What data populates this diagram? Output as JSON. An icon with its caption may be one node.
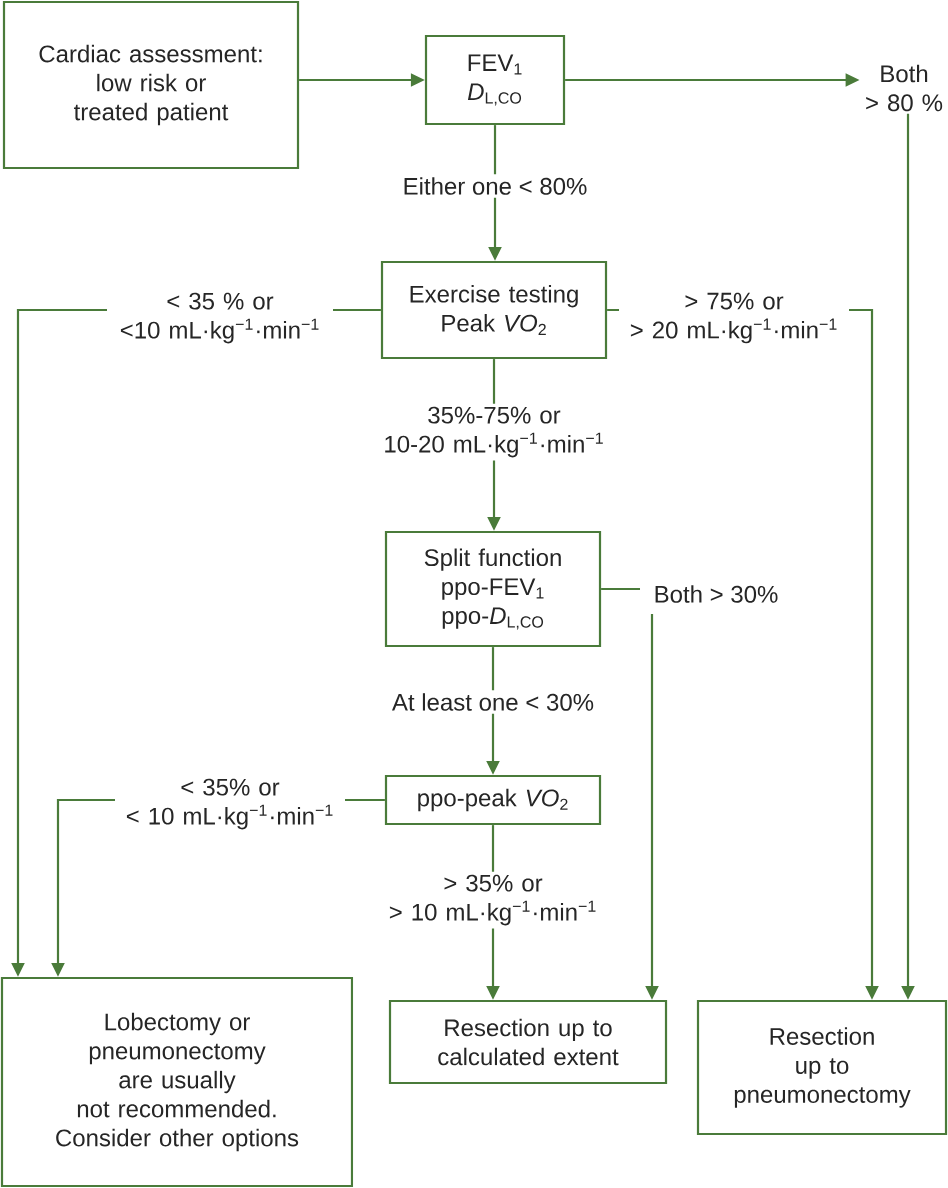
{
  "diagram": {
    "nodes": [
      {
        "text": [
          "Cardiac assessment: low risk or treated patient"
        ]
      },
      {
        "text": [
          "FEV$_{1}$",
          "*D*$_{L,CO}$"
        ]
      },
      {
        "text": [
          "Both > 80 %"
        ]
      },
      {
        "text": [
          "Exercise testing",
          "Peak *VO*$_{2}$"
        ]
      },
      {
        "text": [
          "Split function",
          "ppo-FEV$_{1}$",
          "ppo-*D*$_{L,CO}$"
        ]
      },
      {
        "text": [
          "ppo-peak *VO*$_{2}$"
        ]
      },
      {
        "text": [
          "Lobectomy or pneumonectomy are usually not recommended. Consider other options"
        ]
      },
      {
        "text": [
          "Resection up to calculated extent"
        ]
      },
      {
        "text": [
          "Resection up to pneumonectomy"
        ]
      }
    ],
    "edges": [
      {
        "from": 0,
        "to": 1,
        "arrow": "to"
      },
      {
        "from": 1,
        "to": 2,
        "arrow": "to"
      },
      {
        "from": 2,
        "to": 8,
        "arrow": "to"
      },
      {
        "from": 1,
        "to": 3,
        "arrow": "to",
        "label": "Either one < 80%"
      },
      {
        "from": 3,
        "to": 6,
        "arrow": "to",
        "label": "< 35 % or <10 mL·kg$^{−1}$·min$^{−1}$"
      },
      {
        "from": 3,
        "to": 8,
        "arrow": "to",
        "label": "> 75% or > 20 mL·kg$^{−1}$·min$^{−1}$"
      },
      {
        "from": 3,
        "to": 4,
        "arrow": "to",
        "label": "35%-75% or 10-20 mL·kg$^{−1}$·min$^{−1}$"
      },
      {
        "from": 4,
        "to": 7,
        "arrow": "to",
        "label": "Both > 30%"
      },
      {
        "from": 4,
        "to": 5,
        "arrow": "to",
        "label": "At least one < 30%"
      },
      {
        "from": 5,
        "to": 6,
        "arrow": "to",
        "label": "< 35% or < 10 mL·kg$^{−1}$·min$^{−1}$"
      },
      {
        "from": 5,
        "to": 7,
        "arrow": "to",
        "label": "> 35% or > 10 mL·kg$^{−1}$·min$^{−1}$"
      }
    ]
  }
}
